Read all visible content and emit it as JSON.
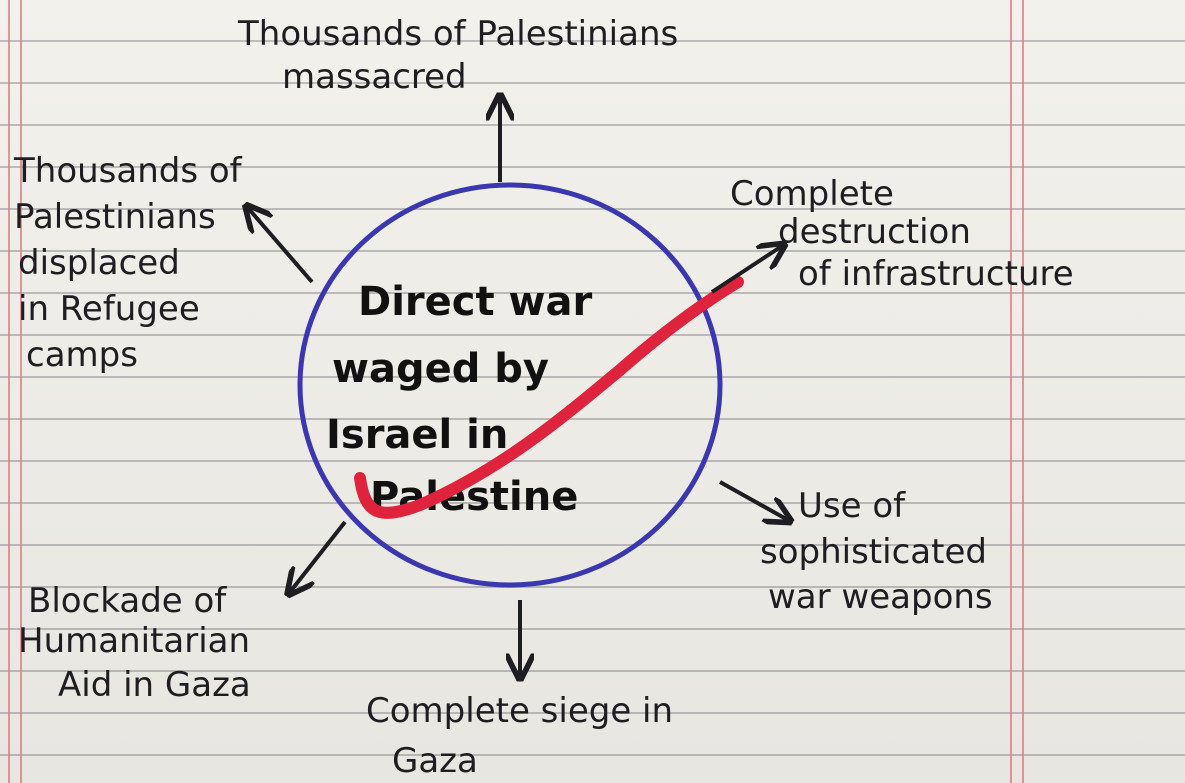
{
  "center": {
    "lines": [
      "Direct war",
      "waged by",
      "Israel in",
      "Palestine"
    ]
  },
  "nodes": {
    "top": [
      "Thousands of Palestinians",
      "massacred"
    ],
    "top_left": [
      "Thousands of",
      "Palestinians",
      "displaced",
      "in Refugee",
      "camps"
    ],
    "right_top": [
      "Complete",
      "destruction",
      "of infrastructure"
    ],
    "right_bottom": [
      "Use of",
      "sophisticated",
      "war weapons"
    ],
    "bottom": [
      "Complete siege in",
      "Gaza"
    ],
    "bottom_left": [
      "Blockade of",
      "Humanitarian",
      "Aid in Gaza"
    ]
  },
  "colors": {
    "circle": "#3a37b0",
    "ink": "#1d1d22",
    "strike": "#e0233d",
    "margin": "#e27a84"
  }
}
